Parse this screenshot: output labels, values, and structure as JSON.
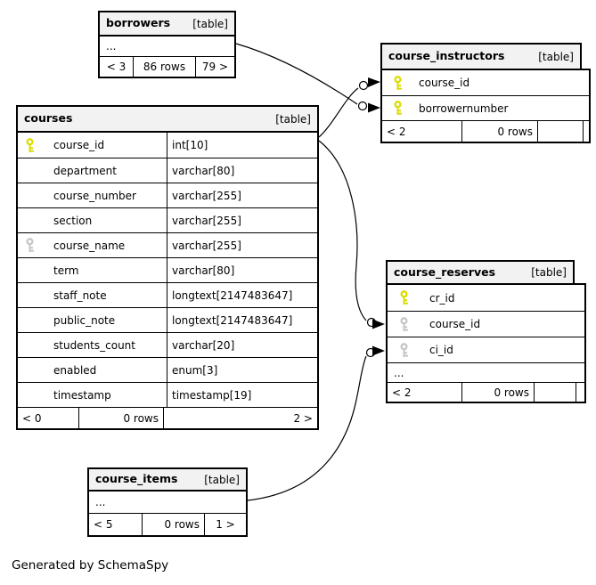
{
  "credit": "Generated by SchemaSpy",
  "colors": {
    "header_bg": "#f2f2f2",
    "border": "#000000",
    "pk_key": "#dcdc00",
    "fk_key": "#c6c6c6"
  },
  "tables": {
    "borrowers": {
      "name": "borrowers",
      "tag": "[table]",
      "ellipsis": "...",
      "footer": [
        "< 3",
        "86 rows",
        "79 >"
      ]
    },
    "course_instructors": {
      "name": "course_instructors",
      "tag": "[table]",
      "columns": [
        {
          "name": "course_id",
          "key": "pk"
        },
        {
          "name": "borrowernumber",
          "key": "pk"
        }
      ],
      "footer": [
        "< 2",
        "0 rows",
        ""
      ]
    },
    "courses": {
      "name": "courses",
      "tag": "[table]",
      "columns": [
        {
          "name": "course_id",
          "type": "int[10]",
          "key": "pk"
        },
        {
          "name": "department",
          "type": "varchar[80]",
          "key": ""
        },
        {
          "name": "course_number",
          "type": "varchar[255]",
          "key": ""
        },
        {
          "name": "section",
          "type": "varchar[255]",
          "key": ""
        },
        {
          "name": "course_name",
          "type": "varchar[255]",
          "key": "idx"
        },
        {
          "name": "term",
          "type": "varchar[80]",
          "key": ""
        },
        {
          "name": "staff_note",
          "type": "longtext[2147483647]",
          "key": ""
        },
        {
          "name": "public_note",
          "type": "longtext[2147483647]",
          "key": ""
        },
        {
          "name": "students_count",
          "type": "varchar[20]",
          "key": ""
        },
        {
          "name": "enabled",
          "type": "enum[3]",
          "key": ""
        },
        {
          "name": "timestamp",
          "type": "timestamp[19]",
          "key": ""
        }
      ],
      "footer": [
        "< 0",
        "0 rows",
        "2 >"
      ]
    },
    "course_reserves": {
      "name": "course_reserves",
      "tag": "[table]",
      "columns": [
        {
          "name": "cr_id",
          "key": "pk"
        },
        {
          "name": "course_id",
          "key": "idx"
        },
        {
          "name": "ci_id",
          "key": "idx"
        }
      ],
      "ellipsis": "...",
      "footer": [
        "< 2",
        "0 rows",
        ""
      ]
    },
    "course_items": {
      "name": "course_items",
      "tag": "[table]",
      "ellipsis": "...",
      "footer": [
        "< 5",
        "0 rows",
        "1 >"
      ]
    }
  },
  "relationships": [
    {
      "from": "borrowers",
      "to": "course_instructors.borrowernumber"
    },
    {
      "from": "courses.course_id",
      "to": "course_instructors.course_id"
    },
    {
      "from": "courses.course_id",
      "to": "course_reserves.course_id"
    },
    {
      "from": "course_items",
      "to": "course_reserves.ci_id"
    }
  ]
}
